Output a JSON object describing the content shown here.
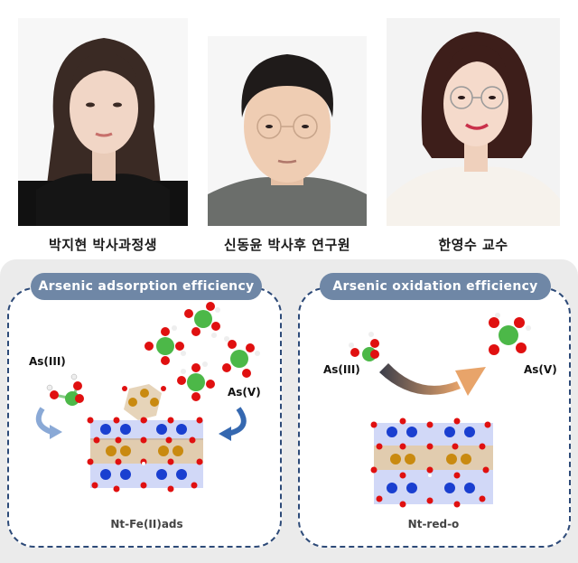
{
  "people": [
    {
      "name": "박지현 박사과정생",
      "portrait": "portrait-photo-woman-black-top"
    },
    {
      "name": "신동윤 박사후 연구원",
      "portrait": "portrait-photo-man-glasses-gray-shirt"
    },
    {
      "name": "한영수 교수",
      "portrait": "portrait-photo-woman-glasses-white-jacket"
    }
  ],
  "panels": {
    "left": {
      "title": "Arsenic adsorption efficiency",
      "label_as3": "As(III)",
      "label_as5": "As(V)",
      "caption": "Nt-Fe(II)ads"
    },
    "right": {
      "title": "Arsenic oxidation efficiency",
      "label_as3": "As(III)",
      "label_as5": "As(V)",
      "caption": "Nt-red-o"
    }
  },
  "colors": {
    "panel_title_bg": "#6f87a6",
    "dashed_border": "#2d4a78",
    "oxygen": "#e01010",
    "arsenic": "#4cb848",
    "hydrogen": "#f0f0f0",
    "silicon": "#1a3fd0",
    "iron": "#c98a10",
    "background_gray": "#ebebeb"
  }
}
